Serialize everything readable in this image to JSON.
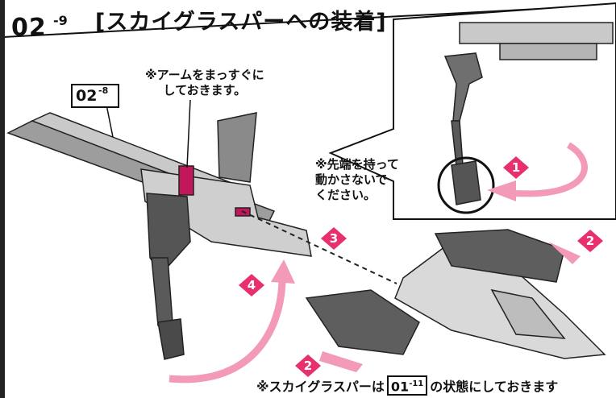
{
  "header": {
    "step_number": "02",
    "step_sub": "-9",
    "title": "[スカイグラスパーへの装着]"
  },
  "reference": {
    "number": "02",
    "sub": "-8"
  },
  "notes": {
    "arm_line1": "※アームをまっすぐに",
    "arm_line2": "しておきます。",
    "tip_line1": "※先端を持って",
    "tip_line2": "動かさないで",
    "tip_line3": "ください。"
  },
  "markers": [
    "1",
    "2",
    "3",
    "4",
    "2"
  ],
  "footer": {
    "prefix": "※スカイグラスパーは",
    "ref_number": "01",
    "ref_sub": "-11",
    "suffix": "の状態にしておきます"
  },
  "colors": {
    "marker_pink": "#e8306e",
    "arrow_pink": "#f29ab8",
    "part_grey": "#8d8d8d",
    "accent_magenta": "#c2185b"
  }
}
